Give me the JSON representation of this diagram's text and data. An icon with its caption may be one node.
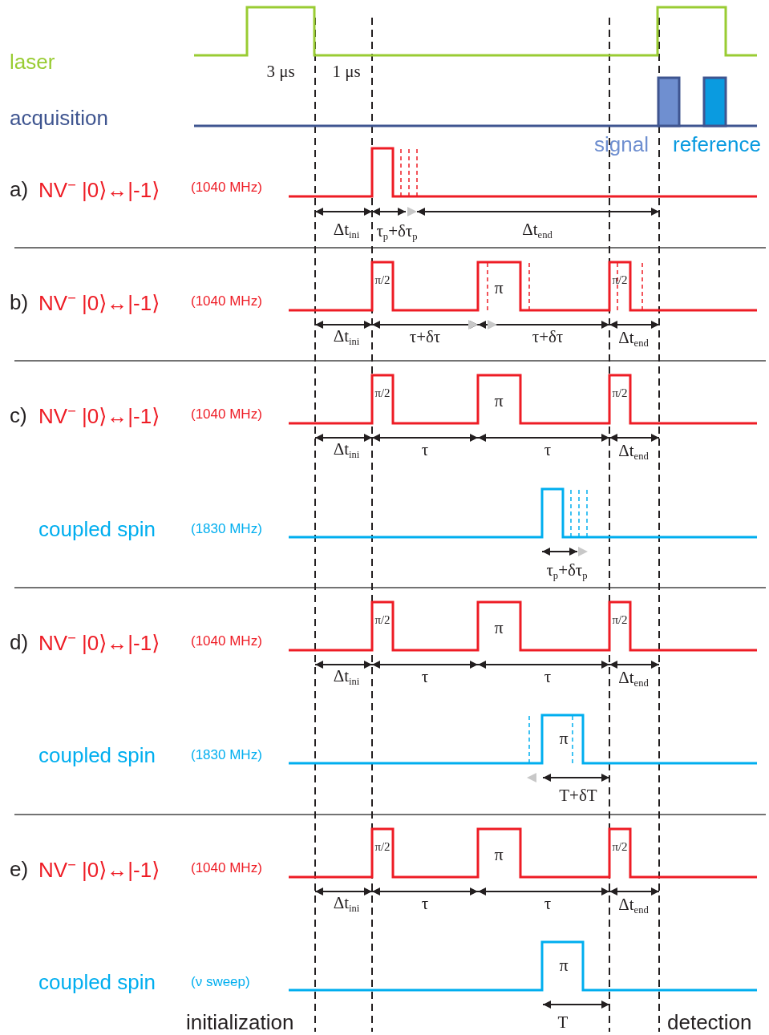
{
  "diagram": {
    "labels": [
      "laser",
      "3 μs",
      "1 μs",
      "acquisition",
      "signal",
      "reference",
      "a)",
      "NV$^{−}$ |0⟩↔|-1⟩",
      "(1040 MHz)",
      "Δt$_{ini}$",
      "τ$_{p}$+δτ$_{p}$",
      "Δt$_{end}$",
      "b)",
      "NV$^{−}$ |0⟩↔|-1⟩",
      "(1040 MHz)",
      "π/2",
      "π",
      "π/2",
      "Δt$_{ini}$",
      "τ+δτ",
      "τ+δτ",
      "Δt$_{end}$",
      "c)",
      "NV$^{−}$ |0⟩↔|-1⟩",
      "(1040 MHz)",
      "π/2",
      "π",
      "π/2",
      "Δt$_{ini}$",
      "τ",
      "τ",
      "Δt$_{end}$",
      "coupled spin",
      "(1830 MHz)",
      "τ$_{p}$+δτ$_{p}$",
      "d)",
      "NV$^{−}$ |0⟩↔|-1⟩",
      "(1040 MHz)",
      "π/2",
      "π",
      "π/2",
      "Δt$_{ini}$",
      "τ",
      "τ",
      "Δt$_{end}$",
      "coupled spin",
      "(1830 MHz)",
      "π",
      "T+δT",
      "e)",
      "NV$^{−}$ |0⟩↔|-1⟩",
      "(1040 MHz)",
      "π/2",
      "π",
      "π/2",
      "Δt$_{ini}$",
      "τ",
      "τ",
      "Δt$_{end}$",
      "coupled spin",
      "(ν sweep)",
      "π",
      "T",
      "initialization",
      "detection"
    ]
  }
}
